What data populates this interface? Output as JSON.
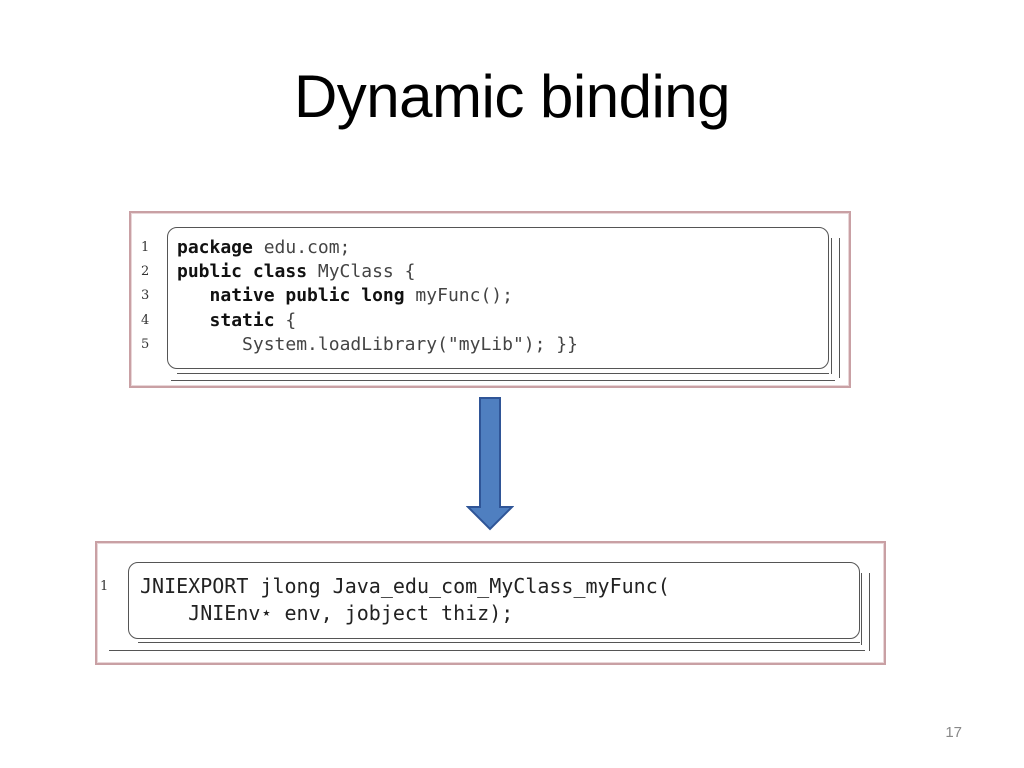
{
  "slide": {
    "title": "Dynamic binding",
    "page_number": "17"
  },
  "listing1": {
    "line_numbers": [
      "1",
      "2",
      "3",
      "4",
      "5"
    ],
    "lines": [
      {
        "kw": "package",
        "rest": " edu.com;"
      },
      {
        "kw": "public class",
        "rest": " MyClass {"
      },
      {
        "indent": "   ",
        "kw": "native public long",
        "rest": " myFunc();"
      },
      {
        "indent": "   ",
        "kw": "static",
        "rest": " {"
      },
      {
        "indent": "      ",
        "kw": "",
        "rest": "System.loadLibrary(\"myLib\"); }}"
      }
    ]
  },
  "listing2": {
    "line_numbers": [
      "1"
    ],
    "lines": [
      "JNIEXPORT jlong Java_edu_com_MyClass_myFunc(",
      "    JNIEnv⋆ env, jobject thiz);"
    ]
  },
  "colors": {
    "frame_border": "#c9a0a4",
    "arrow_fill": "#4f7fc0",
    "arrow_stroke": "#2f5597"
  },
  "icons": {
    "arrow": "down-arrow-icon"
  }
}
